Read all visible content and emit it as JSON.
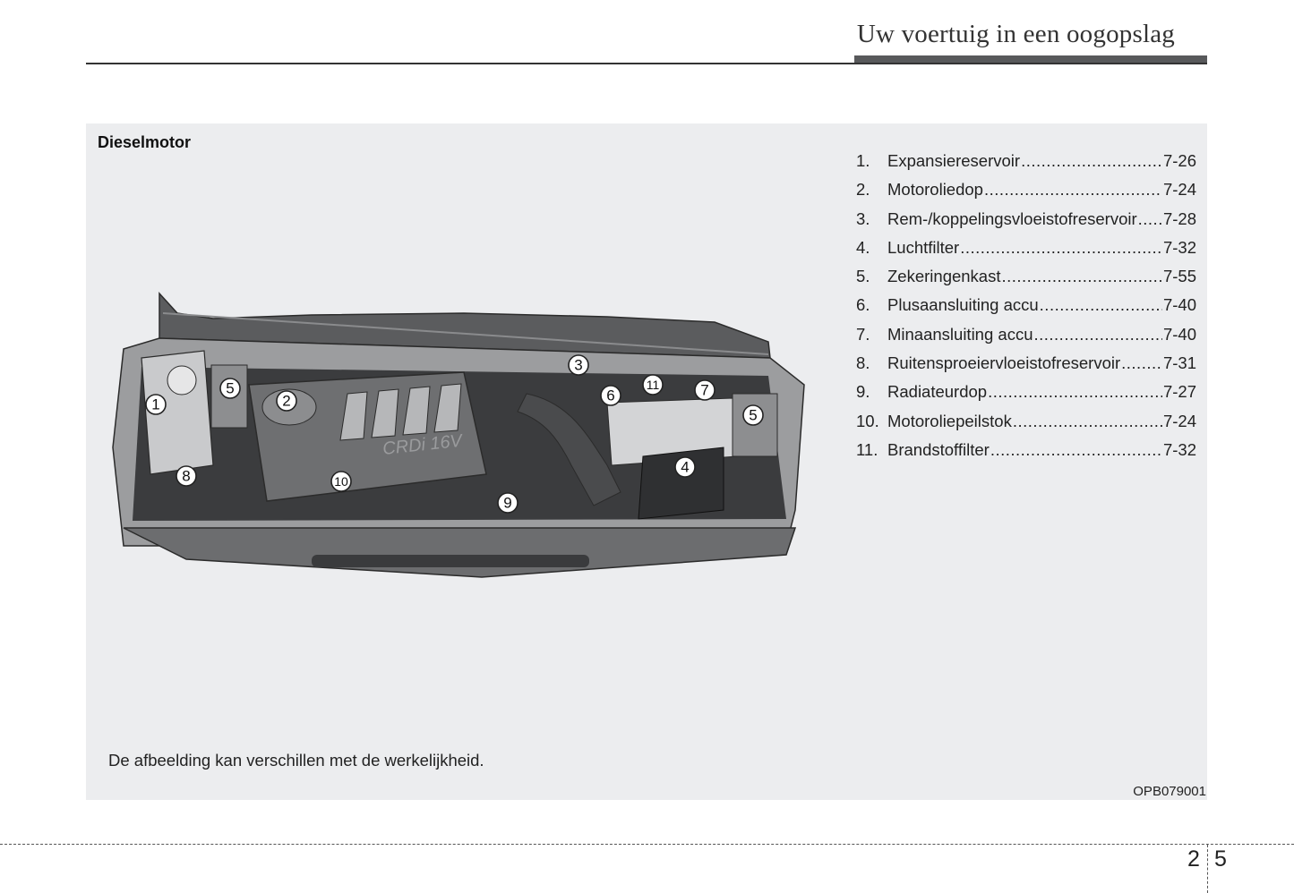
{
  "header": {
    "title": "Uw voertuig in een oogopslag"
  },
  "section": {
    "title": "Dieselmotor"
  },
  "legend": [
    {
      "num": "1.",
      "label": "Expansiereservoir",
      "page": "7-26"
    },
    {
      "num": "2.",
      "label": "Motoroliedop",
      "page": "7-24"
    },
    {
      "num": "3.",
      "label": "Rem-/koppelingsvloeistofreservoir",
      "page": "7-28"
    },
    {
      "num": "4.",
      "label": "Luchtfilter",
      "page": "7-32"
    },
    {
      "num": "5.",
      "label": "Zekeringenkast",
      "page": "7-55"
    },
    {
      "num": "6.",
      "label": "Plusaansluiting accu",
      "page": "7-40"
    },
    {
      "num": "7.",
      "label": "Minaansluiting accu",
      "page": "7-40"
    },
    {
      "num": "8.",
      "label": "Ruitensproeiervloeistofreservoir",
      "page": "7-31"
    },
    {
      "num": "9.",
      "label": "Radiateurdop",
      "page": "7-27"
    },
    {
      "num": "10.",
      "label": "Motoroliepeilstok",
      "page": "7-24"
    },
    {
      "num": "11.",
      "label": "Brandstoffilter",
      "page": "7-32"
    }
  ],
  "illustration": {
    "engine_badge": "CRDi 16V",
    "callouts": [
      "1",
      "2",
      "3",
      "4",
      "5",
      "5",
      "6",
      "7",
      "8",
      "9",
      "10",
      "11"
    ]
  },
  "caption": "De afbeelding kan verschillen met de werkelijkheid.",
  "image_code": "OPB079001",
  "footer": {
    "chapter": "2",
    "page": "5"
  }
}
